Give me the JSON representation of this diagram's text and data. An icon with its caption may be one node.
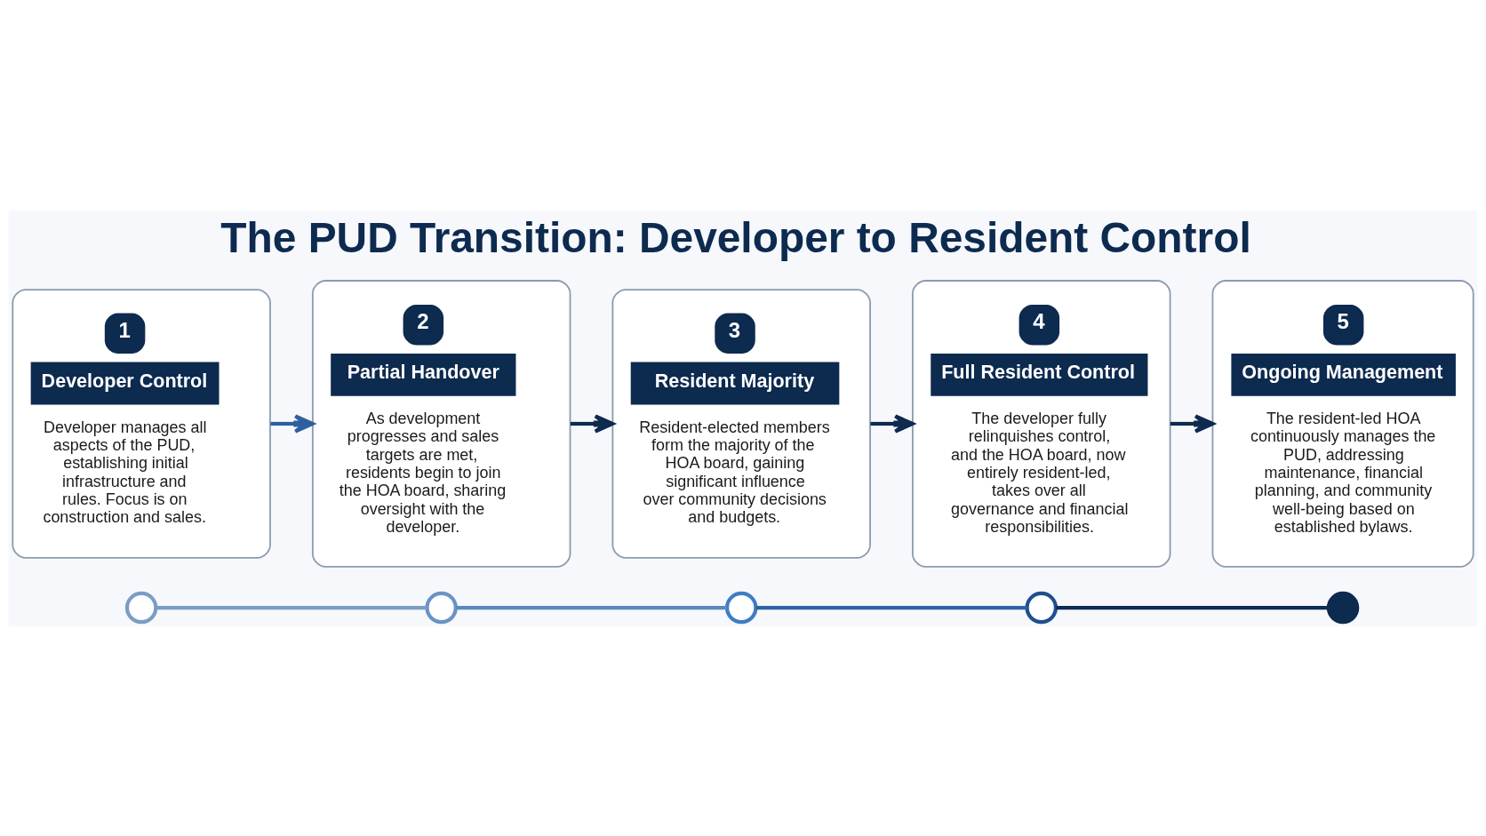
{
  "diagram": {
    "title": "The PUD Transition: Developer to Resident Control",
    "nodes": [
      {
        "text": [
          "1",
          "Developer Control",
          "Developer manages all aspects of the PUD, establishing initial infrastructure and rules. Focus is on construction and sales."
        ]
      },
      {
        "text": [
          "2",
          "Partial Handover",
          "As development progresses and sales targets are met, residents begin to join the HOA board, sharing oversight with the developer."
        ]
      },
      {
        "text": [
          "3",
          "Resident Majority",
          "Resident-elected members form the majority of the HOA board, gaining significant influence over community decisions and budgets."
        ]
      },
      {
        "text": [
          "4",
          "Full Resident Control",
          "The developer fully relinquishes control, and the HOA board, now entirely resident-led, takes over all governance and financial responsibilities."
        ]
      },
      {
        "text": [
          "5",
          "Ongoing Management",
          "The resident-led HOA continuously manages the PUD, addressing maintenance, financial planning, and community well-being based on established bylaws."
        ]
      },
      {
        "text": [],
        "shape": "circle"
      },
      {
        "text": [],
        "shape": "circle"
      },
      {
        "text": [],
        "shape": "circle"
      },
      {
        "text": [],
        "shape": "circle"
      },
      {
        "text": [],
        "shape": "circle"
      }
    ],
    "edges": [
      {
        "from": 0,
        "to": 1,
        "arrow": "to",
        "color": "#2f5f9e"
      },
      {
        "from": 1,
        "to": 2,
        "arrow": "to"
      },
      {
        "from": 2,
        "to": 3,
        "arrow": "to"
      },
      {
        "from": 3,
        "to": 4,
        "arrow": "to"
      },
      {
        "from": 5,
        "to": 6,
        "arrow": "none",
        "color": "#7b9cc4"
      },
      {
        "from": 6,
        "to": 7,
        "arrow": "none",
        "color": "#5a88c0"
      },
      {
        "from": 7,
        "to": 8,
        "arrow": "none",
        "color": "#2c63a8"
      },
      {
        "from": 8,
        "to": 9,
        "arrow": "none",
        "color": "#0f2c52"
      }
    ]
  }
}
